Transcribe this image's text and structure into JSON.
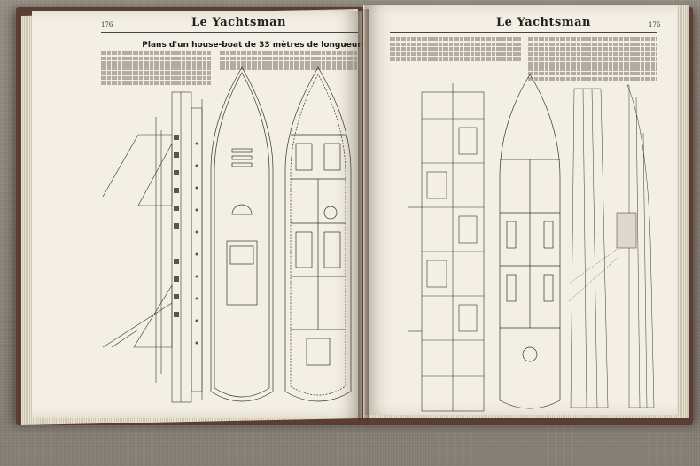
{
  "scene": "open magazine showing house-boat deck plans on a linen tablecloth",
  "left_page": {
    "page_number": "176",
    "running_head": "Le Yachtsman",
    "title": "Plans d'un house-boat de 33 mètres de longueur"
  },
  "right_page": {
    "page_number": "176",
    "running_head": "Le Yachtsman"
  },
  "colors": {
    "paper": "#f3efe4",
    "ink": "#2a2a2a",
    "cover": "#5a3d33",
    "cloth": "#8f8a80"
  }
}
